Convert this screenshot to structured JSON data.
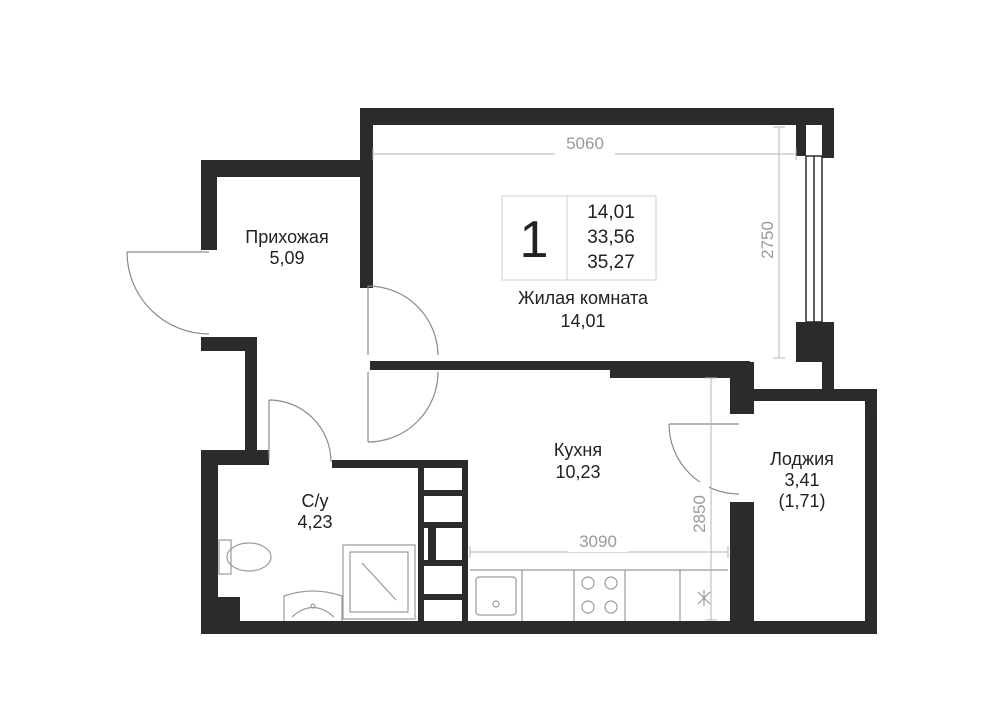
{
  "colors": {
    "wall": "#2b2b2b",
    "dimension": "#9a9a9a",
    "thin_line": "#b5b5b5",
    "text": "#222222"
  },
  "summary": {
    "rooms": "1",
    "living_area": "14,01",
    "total_area": "33,56",
    "total_with_loggia": "35,27"
  },
  "rooms": {
    "hallway": {
      "name": "Прихожая",
      "area": "5,09"
    },
    "living": {
      "name": "Жилая комната",
      "area": "14,01"
    },
    "kitchen": {
      "name": "Кухня",
      "area": "10,23"
    },
    "bathroom": {
      "name": "С/у",
      "area": "4,23"
    },
    "loggia": {
      "name": "Лоджия",
      "area": "3,41",
      "reduced_area": "(1,71)"
    }
  },
  "dimensions": {
    "living_width": "5060",
    "living_depth": "2750",
    "kitchen_width": "3090",
    "kitchen_depth": "2850"
  }
}
